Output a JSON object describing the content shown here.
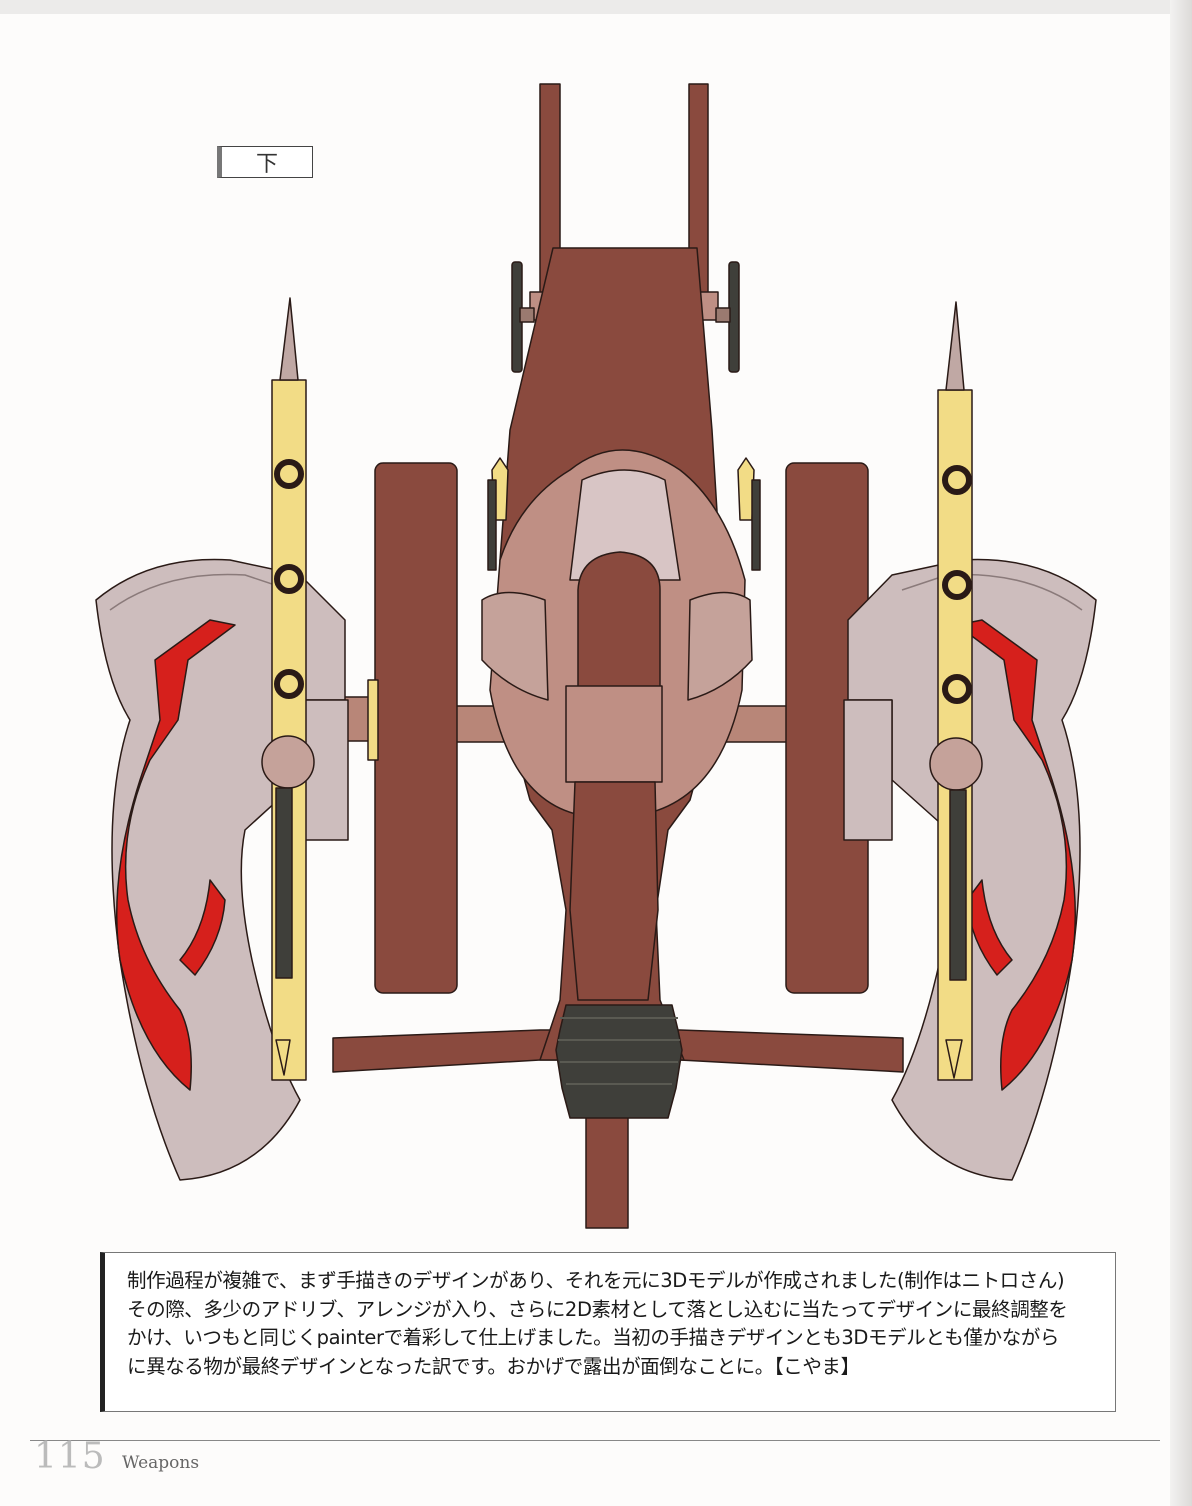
{
  "view_label": "下",
  "caption": {
    "lines": [
      "制作過程が複雑で、まず手描きのデザインがあり、それを元に3Dモデルが作成されました(制作はニトロさん)",
      "その際、多少のアドリブ、アレンジが入り、さらに2D素材として落とし込むに当たってデザインに最終調整を",
      "かけ、いつもと同じくpainterで着彩して仕上げました。当初の手描きデザインとも3Dモデルとも僅かながら",
      "に異なる物が最終デザインとなった訳です。おかげで露出が面倒なことに。【こやま】"
    ]
  },
  "footer": {
    "page_number": "115",
    "section": "Weapons"
  },
  "colors": {
    "body_brown": "#8a4a3e",
    "shield_pink": "#cdbdbd",
    "accent_red": "#d6201c",
    "gold": "#f2dc86",
    "dark_grey": "#3f3f3a"
  }
}
